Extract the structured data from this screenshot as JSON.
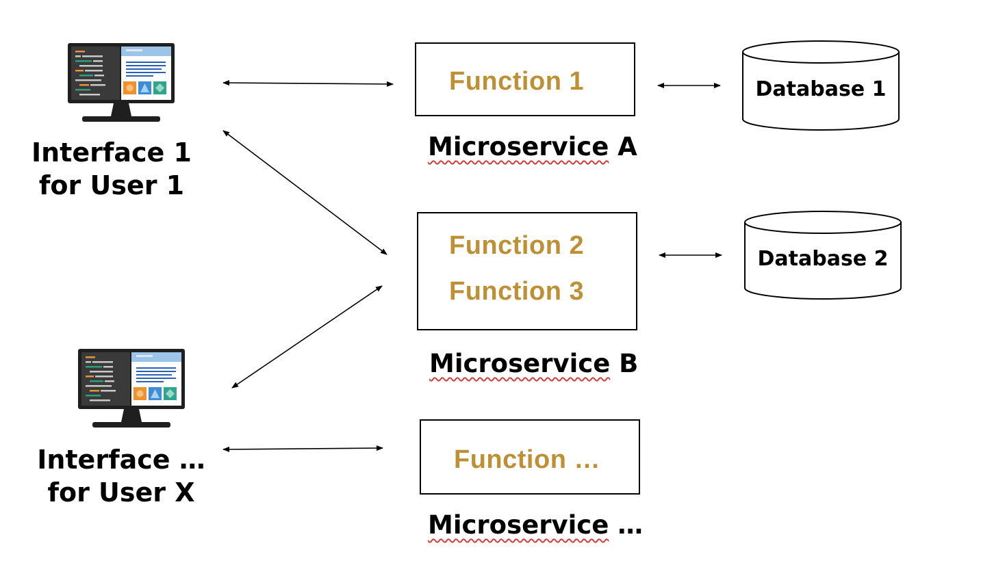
{
  "colors": {
    "function_text": "#BE9036",
    "stroke": "#000000",
    "spell_underline": "#d43c3c",
    "screen_code_orange": "#E8923A",
    "screen_code_green": "#2E9E7E",
    "screen_tile_orange": "#F0912F",
    "screen_tile_blue": "#3C8CD6",
    "screen_tile_teal": "#2EA58C",
    "screen_header_blue": "#9CC3E8",
    "screen_line_blue": "#2B5FB5"
  },
  "interfaces": [
    {
      "id": "interface-1",
      "line1": "Interface 1",
      "line2": "for User 1",
      "icon": "computer-monitor-icon"
    },
    {
      "id": "interface-x",
      "line1": "Interface …",
      "line2": "for User X",
      "icon": "computer-monitor-icon"
    }
  ],
  "microservices": [
    {
      "id": "a",
      "functions": [
        "Function 1"
      ],
      "label_word": "Microservice",
      "label_suffix": " A"
    },
    {
      "id": "b",
      "functions": [
        "Function 2",
        "Function 3"
      ],
      "label_word": "Microservice",
      "label_suffix": " B"
    },
    {
      "id": "n",
      "functions": [
        "Function …"
      ],
      "label_word": "Microservice",
      "label_suffix": " …"
    }
  ],
  "databases": [
    {
      "id": "db1",
      "label": "Database 1",
      "icon": "database-cylinder-icon"
    },
    {
      "id": "db2",
      "label": "Database 2",
      "icon": "database-cylinder-icon"
    }
  ],
  "connections": [
    {
      "from": "interface-1",
      "to": "microservice-a",
      "type": "bidirectional-arrow"
    },
    {
      "from": "interface-1",
      "to": "microservice-b",
      "type": "bidirectional-arrow"
    },
    {
      "from": "interface-x",
      "to": "microservice-b",
      "type": "bidirectional-arrow"
    },
    {
      "from": "interface-x",
      "to": "microservice-n",
      "type": "bidirectional-arrow"
    },
    {
      "from": "microservice-a",
      "to": "db1",
      "type": "bidirectional-arrow"
    },
    {
      "from": "microservice-b",
      "to": "db2",
      "type": "bidirectional-arrow"
    }
  ]
}
